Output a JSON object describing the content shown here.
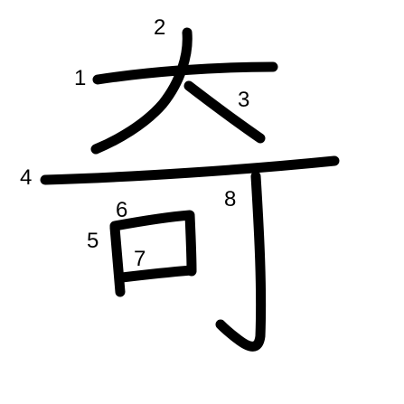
{
  "character": {
    "glyph": "奇",
    "stroke_color": "#000000",
    "background_color": "#ffffff"
  },
  "stroke_numbers": [
    {
      "order": 1,
      "label": "1"
    },
    {
      "order": 2,
      "label": "2"
    },
    {
      "order": 3,
      "label": "3"
    },
    {
      "order": 4,
      "label": "4"
    },
    {
      "order": 5,
      "label": "5"
    },
    {
      "order": 6,
      "label": "6"
    },
    {
      "order": 7,
      "label": "7"
    },
    {
      "order": 8,
      "label": "8"
    }
  ]
}
